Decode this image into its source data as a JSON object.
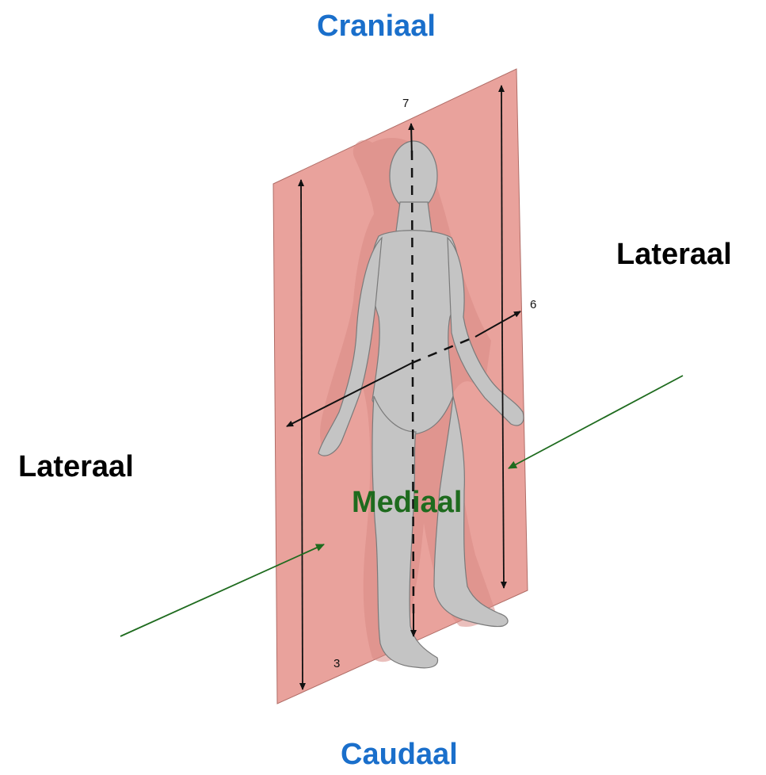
{
  "labels": {
    "cranial": "Craniaal",
    "caudal": "Caudaal",
    "lateral_right": "Lateraal",
    "lateral_left": "Lateraal",
    "medial": "Mediaal"
  },
  "plane_numbers": {
    "top": "7",
    "right": "6",
    "bottom": "3"
  },
  "colors": {
    "title_blue": "#1a6fcb",
    "medial_green": "#1e6b1e",
    "plane_fill": "#e9a29c",
    "figure_fill": "#c4c4c4"
  }
}
